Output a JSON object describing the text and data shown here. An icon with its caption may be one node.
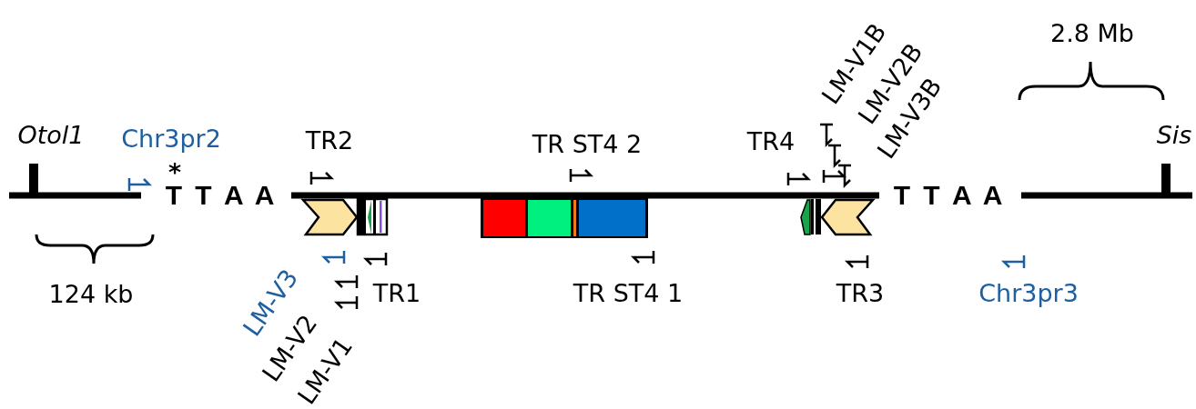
{
  "diagram": {
    "labels": [
      "2.8 Mb",
      "LM-V1B",
      "LM-V2B",
      "LM-V3B",
      "Otol1",
      "Chr3pr2",
      "TR2",
      "TR ST4 2",
      "TR4",
      "Sis",
      "*",
      "T T A A",
      "T T A A",
      "124 kb",
      "LM-V3",
      "TR1",
      "TR ST4 1",
      "TR3",
      "Chr3pr3",
      "LM-V2",
      "LM-V1"
    ]
  }
}
